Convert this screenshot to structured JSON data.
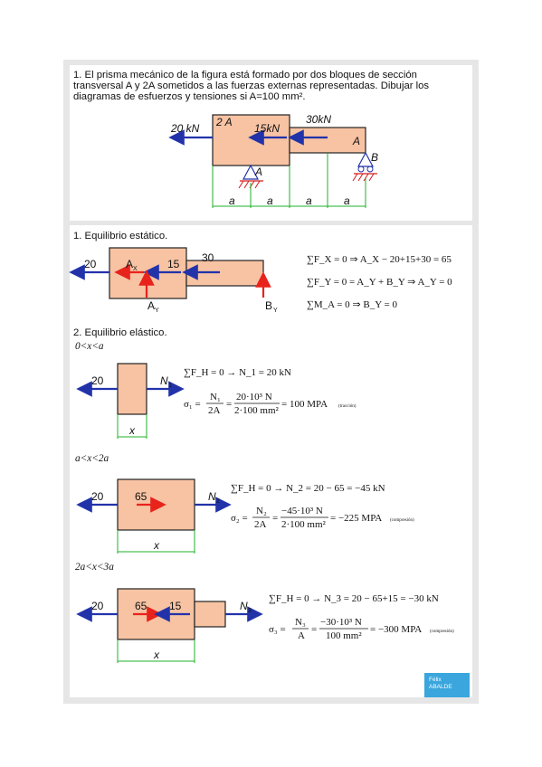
{
  "colors": {
    "block_fill": "#f7c3a3",
    "arrow_blue": "#2233aa",
    "arrow_red": "#e8231c",
    "dimension_green": "#1fb02a",
    "hatch_red": "#d21c1c",
    "logo_bg": "#3aa6dd"
  },
  "problem": {
    "statement_lines": [
      "1. El prisma mecánico de la figura está formado por dos bloques de sección",
      "transversal A y 2A sometidos a las fuerzas externas representadas. Dibujar los",
      "diagramas de esfuerzos y tensiones si A=100 mm²."
    ],
    "figure": {
      "load_left": "20 kN",
      "area_big": "2 A",
      "load_mid": "15kN",
      "load_top": "30kN",
      "area_small": "A",
      "support_a": "A",
      "support_b": "B",
      "dims": [
        "a",
        "a",
        "a",
        "a"
      ]
    }
  },
  "static": {
    "heading": "1. Equilibrio estático.",
    "labels": {
      "f20": "20",
      "ax": "A",
      "ax_sub": "X",
      "f15": "15",
      "f30": "30",
      "ay": "A",
      "ay_sub": "Y",
      "by": "B",
      "by_sub": "Y"
    },
    "equations": [
      "∑F_X = 0 ⇒ A_X − 20+15+30 = 65",
      "∑F_Y = 0 = A_Y + B_Y ⇒ A_Y = 0",
      "∑M_A = 0 ⇒ B_Y = 0"
    ]
  },
  "elastic": {
    "heading": "2. Equilibrio elástico.",
    "sections": [
      {
        "range": "0<x<a",
        "loads": [
          "20"
        ],
        "normal": "N",
        "normal_sub": "1",
        "dim": "x",
        "eq1": "∑F_H = 0 → N_1 = 20 kN",
        "eq2_lhs": "σ₁ =",
        "eq2_num1": "N₁",
        "eq2_den1": "2A",
        "eq2_eq": "=",
        "eq2_num2": "20·10³ N",
        "eq2_den2": "2·100 mm²",
        "eq2_res": "= 100 MPA",
        "eq2_note": "(tracción)"
      },
      {
        "range": "a<x<2a",
        "loads": [
          "20",
          "65"
        ],
        "normal": "N",
        "normal_sub": "2",
        "dim": "x",
        "eq1": "∑F_H = 0 → N_2 = 20 − 65 = −45 kN",
        "eq2_lhs": "σ₂ =",
        "eq2_num1": "N₂",
        "eq2_den1": "2A",
        "eq2_eq": "=",
        "eq2_num2": "−45·10³ N",
        "eq2_den2": "2·100 mm²",
        "eq2_res": "= −225 MPA",
        "eq2_note": "(compresión)"
      },
      {
        "range": "2a<x<3a",
        "loads": [
          "20",
          "65",
          "15"
        ],
        "normal": "N",
        "normal_sub": "3",
        "dim": "x",
        "eq1": "∑F_H = 0 → N_3 = 20 − 65+15 = −30 kN",
        "eq2_lhs": "σ₃ =",
        "eq2_num1": "N₃",
        "eq2_den1": "A",
        "eq2_eq": "=",
        "eq2_num2": "−30·10³ N",
        "eq2_den2": "100 mm²",
        "eq2_res": "= −300 MPA",
        "eq2_note": "(compresión)"
      }
    ]
  },
  "logo": {
    "line1": "Félix",
    "line2": "ABALDE"
  }
}
